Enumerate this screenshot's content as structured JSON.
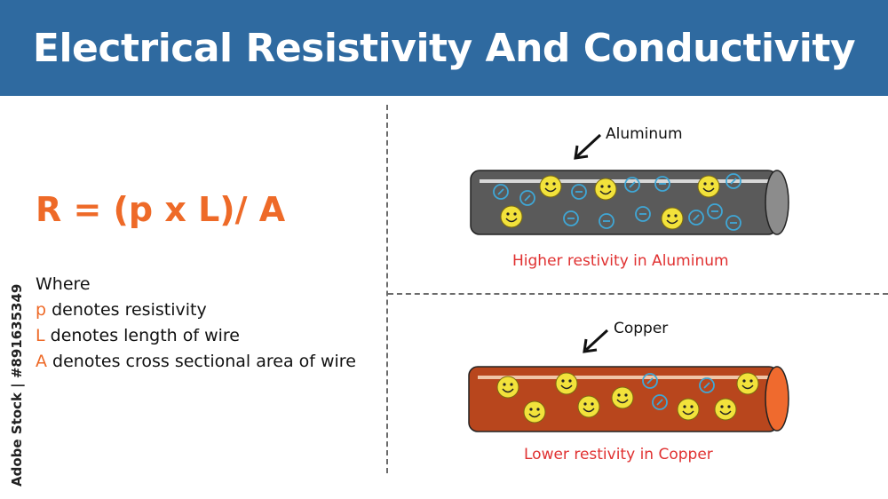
{
  "header": {
    "title": "Electrical Resistivity And Conductivity"
  },
  "formula": {
    "text": "R = (p x L)/ A"
  },
  "legend": {
    "where": "Where",
    "items": [
      {
        "symbol": "p",
        "text": " denotes resistivity"
      },
      {
        "symbol": "L",
        "text": " denotes length of wire"
      },
      {
        "symbol": "A",
        "text": " denotes cross sectional area of wire"
      }
    ]
  },
  "wires": {
    "aluminum": {
      "label": "Aluminum",
      "caption": "Higher restivity in Aluminum",
      "body_color": "#5a5a5a",
      "end_color": "#8c8c8c"
    },
    "copper": {
      "label": "Copper",
      "caption": "Lower restivity in Copper",
      "body_color": "#b8461d",
      "end_color": "#ef6a2e"
    }
  },
  "colors": {
    "header_bg": "#2f6aa0",
    "accent": "#ee6a28",
    "caption": "#e03131",
    "smiley": "#f2e23b",
    "ion": "#3fa7d6"
  },
  "stock_id": "Adobe Stock | #891635349"
}
